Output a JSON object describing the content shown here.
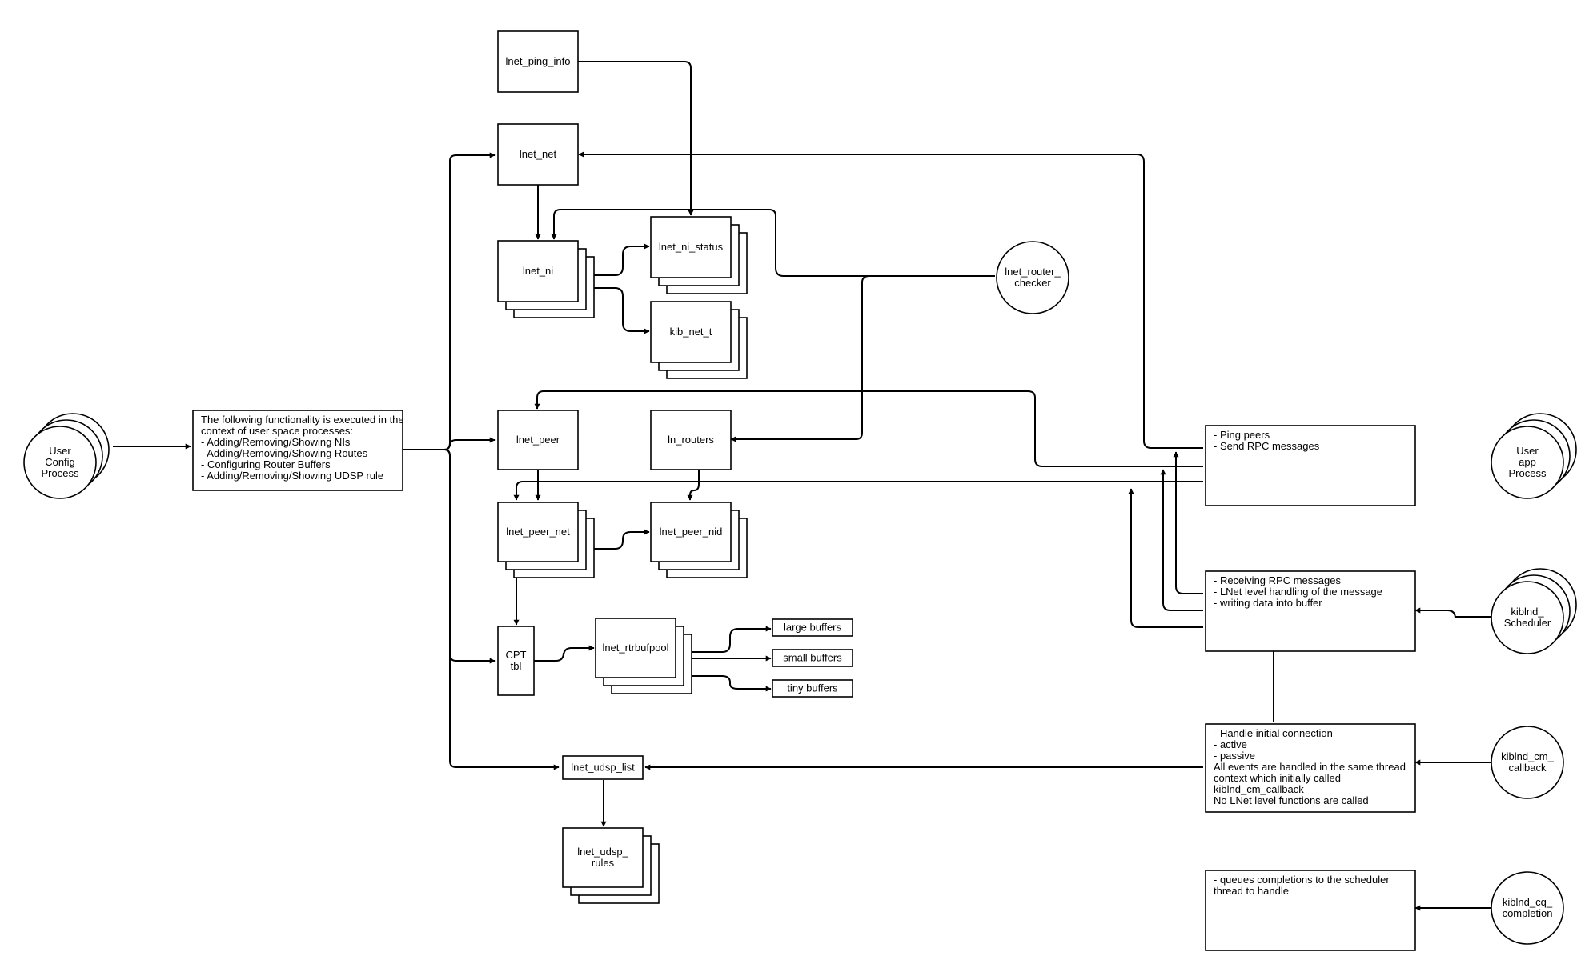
{
  "nodes": {
    "lnet_ping_info": {
      "label": [
        "lnet_ping_info"
      ]
    },
    "lnet_net": {
      "label": [
        "lnet_net"
      ]
    },
    "lnet_ni": {
      "label": [
        "lnet_ni"
      ]
    },
    "lnet_ni_status": {
      "label": [
        "lnet_ni_status"
      ]
    },
    "kib_net_t": {
      "label": [
        "kib_net_t"
      ]
    },
    "lnet_router_checker": {
      "label": [
        "lnet_router_",
        "checker"
      ]
    },
    "user_config_process": {
      "label": [
        "User",
        "Config",
        "Process"
      ]
    },
    "config_desc": {
      "label": [
        "The following functionality is executed in the",
        "context of user space processes:",
        "- Adding/Removing/Showing NIs",
        "- Adding/Removing/Showing Routes",
        "- Configuring Router Buffers",
        "- Adding/Removing/Showing UDSP rule"
      ]
    },
    "lnet_peer": {
      "label": [
        "lnet_peer"
      ]
    },
    "ln_routers": {
      "label": [
        "ln_routers"
      ]
    },
    "lnet_peer_net": {
      "label": [
        "lnet_peer_net"
      ]
    },
    "lnet_peer_nid": {
      "label": [
        "lnet_peer_nid"
      ]
    },
    "cpt_tbl": {
      "label": [
        "CPT",
        "tbl"
      ]
    },
    "lnet_rtrbufpool": {
      "label": [
        "lnet_rtrbufpool"
      ]
    },
    "large_buffers": {
      "label": [
        "large buffers"
      ]
    },
    "small_buffers": {
      "label": [
        "small buffers"
      ]
    },
    "tiny_buffers": {
      "label": [
        "tiny buffers"
      ]
    },
    "lnet_udsp_list": {
      "label": [
        "lnet_udsp_list"
      ]
    },
    "lnet_udsp_rules": {
      "label": [
        "lnet_udsp_",
        "rules"
      ]
    },
    "ping_rpc_desc": {
      "label": [
        "- Ping peers",
        "- Send RPC messages"
      ]
    },
    "user_app_process": {
      "label": [
        "User",
        "app",
        "Process"
      ]
    },
    "receive_desc": {
      "label": [
        "- Receiving RPC messages",
        "- LNet level handling of the message",
        "- writing data into buffer"
      ]
    },
    "kiblnd_scheduler": {
      "label": [
        "kiblnd_",
        "Scheduler"
      ]
    },
    "connection_desc": {
      "label": [
        "- Handle initial connection",
        "   - active",
        "   - passive",
        "All events are handled in the same thread",
        "context which initially called",
        "kiblnd_cm_callback",
        "No LNet level functions are called"
      ]
    },
    "kiblnd_cm_callback": {
      "label": [
        "kiblnd_cm_",
        "callback"
      ]
    },
    "completion_desc": {
      "label": [
        "- queues completions to the scheduler",
        "thread to handle"
      ]
    },
    "kiblnd_cq_completion": {
      "label": [
        "kiblnd_cq_",
        "completion"
      ]
    }
  }
}
